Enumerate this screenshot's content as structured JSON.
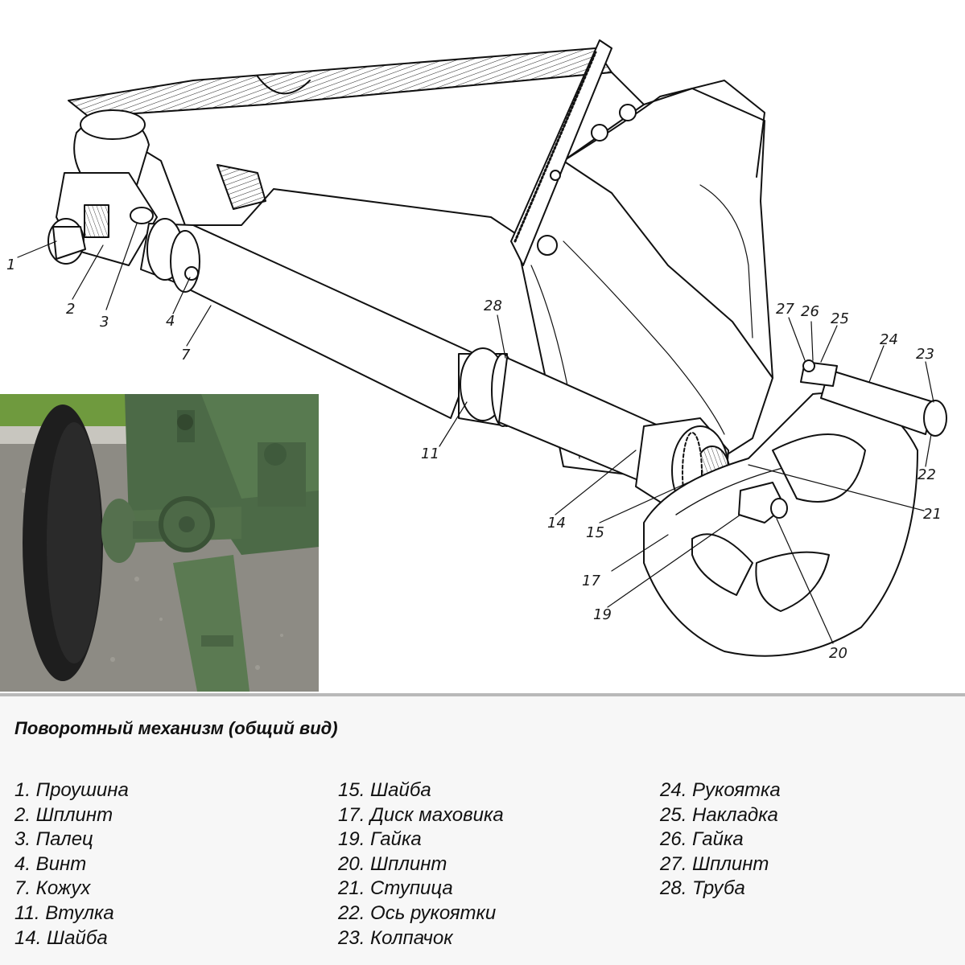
{
  "caption": {
    "title": "Поворотный механизм (общий вид)",
    "legend_col1": [
      "1. Проушина",
      "2. Шплинт",
      "3. Палец",
      "4. Винт",
      "7. Кожух",
      "11. Втулка",
      "14. Шайба"
    ],
    "legend_col2": [
      "15. Шайба",
      "17. Диск маховика",
      "19. Гайка",
      "20. Шплинт",
      "21. Ступица",
      "22. Ось рукоятки",
      "23. Колпачок"
    ],
    "legend_col3": [
      "24. Рукоятка",
      "25. Накладка",
      "26. Гайка",
      "27. Шплинт",
      "28. Труба"
    ]
  },
  "callouts": {
    "n1": "1",
    "n2": "2",
    "n3": "3",
    "n4": "4",
    "n7": "7",
    "n11": "11",
    "n14": "14",
    "n15": "15",
    "n17": "17",
    "n19": "19",
    "n20": "20",
    "n21": "21",
    "n22": "22",
    "n23": "23",
    "n24": "24",
    "n25": "25",
    "n26": "26",
    "n27": "27",
    "n28": "28"
  }
}
